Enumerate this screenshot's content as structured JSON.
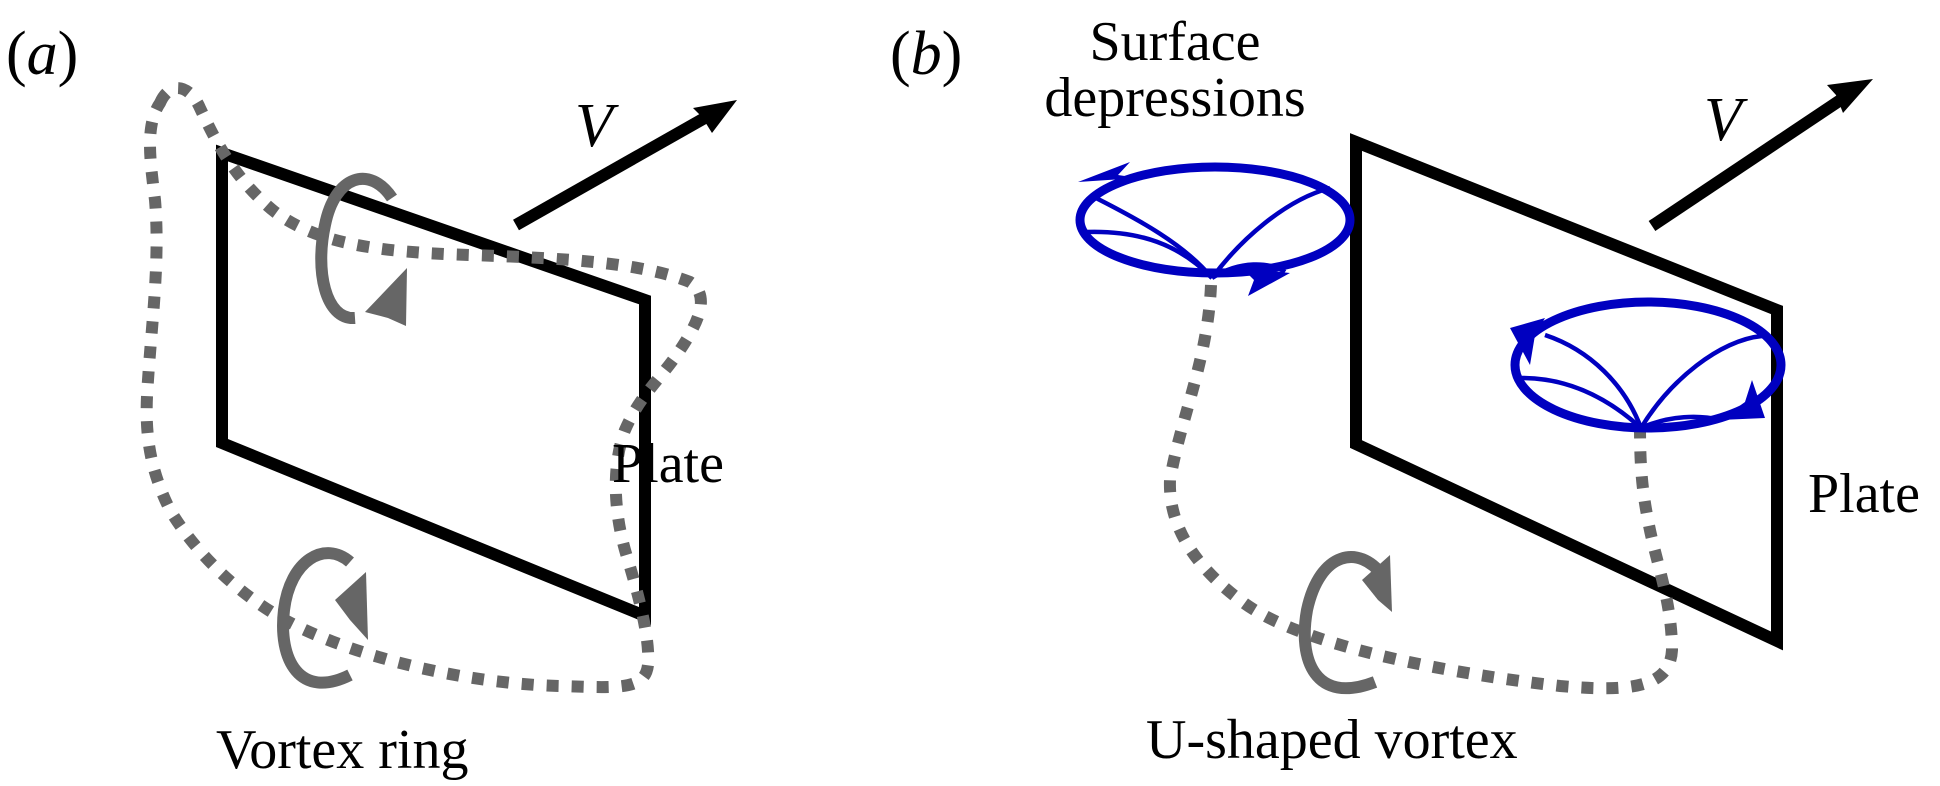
{
  "figure": {
    "panels": [
      {
        "id": "a",
        "panel_label": "(a)",
        "panel_letter": "a",
        "velocity_label": "V",
        "plate_label": "Plate",
        "vortex_label": "Vortex ring"
      },
      {
        "id": "b",
        "panel_label": "(b)",
        "panel_letter": "b",
        "velocity_label": "V",
        "plate_label": "Plate",
        "surface_label_line1": "Surface",
        "surface_label_line2": "depressions",
        "vortex_label": "U-shaped vortex"
      }
    ],
    "colors": {
      "plate": "#000000",
      "vortex": "#666666",
      "surface_depression": "#0000c0"
    },
    "icons": {
      "velocity": "arrow-icon",
      "rotation": "rotation-arrow-icon",
      "depression": "swirl-ellipse-icon"
    }
  }
}
